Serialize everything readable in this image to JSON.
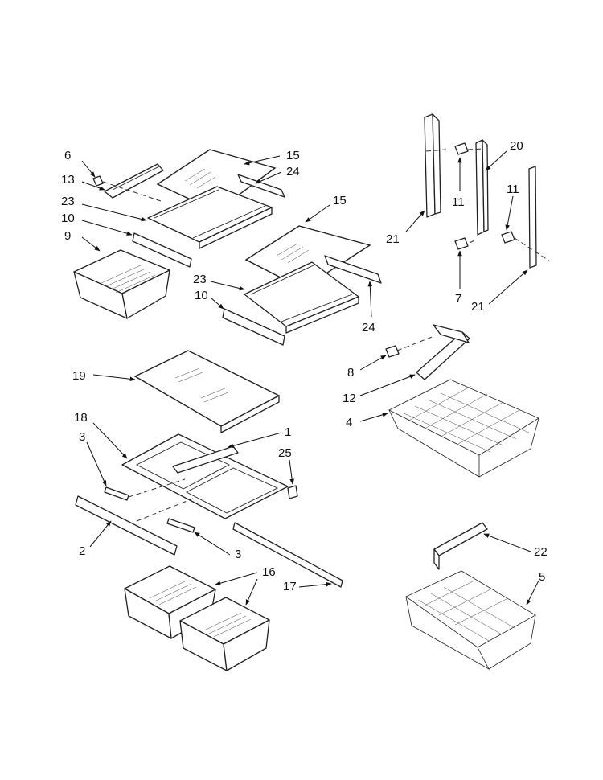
{
  "callouts": [
    {
      "id": "c6",
      "text": "6"
    },
    {
      "id": "c13",
      "text": "13"
    },
    {
      "id": "c23a",
      "text": "23"
    },
    {
      "id": "c10a",
      "text": "10"
    },
    {
      "id": "c9",
      "text": "9"
    },
    {
      "id": "c15a",
      "text": "15"
    },
    {
      "id": "c24a",
      "text": "24"
    },
    {
      "id": "c15b",
      "text": "15"
    },
    {
      "id": "c23b",
      "text": "23"
    },
    {
      "id": "c10b",
      "text": "10"
    },
    {
      "id": "c24b",
      "text": "24"
    },
    {
      "id": "c20",
      "text": "20"
    },
    {
      "id": "c11a",
      "text": "11"
    },
    {
      "id": "c11b",
      "text": "11"
    },
    {
      "id": "c21a",
      "text": "21"
    },
    {
      "id": "c7",
      "text": "7"
    },
    {
      "id": "c21b",
      "text": "21"
    },
    {
      "id": "c8",
      "text": "8"
    },
    {
      "id": "c12",
      "text": "12"
    },
    {
      "id": "c4",
      "text": "4"
    },
    {
      "id": "c19",
      "text": "19"
    },
    {
      "id": "c18",
      "text": "18"
    },
    {
      "id": "c1",
      "text": "1"
    },
    {
      "id": "c3a",
      "text": "3"
    },
    {
      "id": "c25",
      "text": "25"
    },
    {
      "id": "c2",
      "text": "2"
    },
    {
      "id": "c3b",
      "text": "3"
    },
    {
      "id": "c16",
      "text": "16"
    },
    {
      "id": "c17",
      "text": "17"
    },
    {
      "id": "c22",
      "text": "22"
    },
    {
      "id": "c5",
      "text": "5"
    }
  ]
}
